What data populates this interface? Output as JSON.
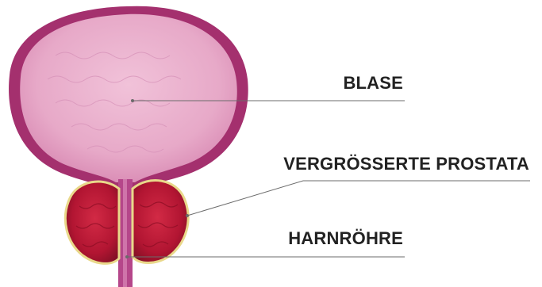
{
  "labels": {
    "bladder": "BLASE",
    "enlarged_prostate": "VERGRÖSSERTE PROSTATA",
    "urethra": "HARNRÖHRE"
  },
  "colors": {
    "bladder_fill": "#e7a9c8",
    "bladder_wall": "#a4306e",
    "prostata_red": "#b81836",
    "prostata_edge": "#e9d88a",
    "urethra": "#b5468a",
    "leader_line": "#6b6b6b",
    "label_text": "#222222"
  }
}
